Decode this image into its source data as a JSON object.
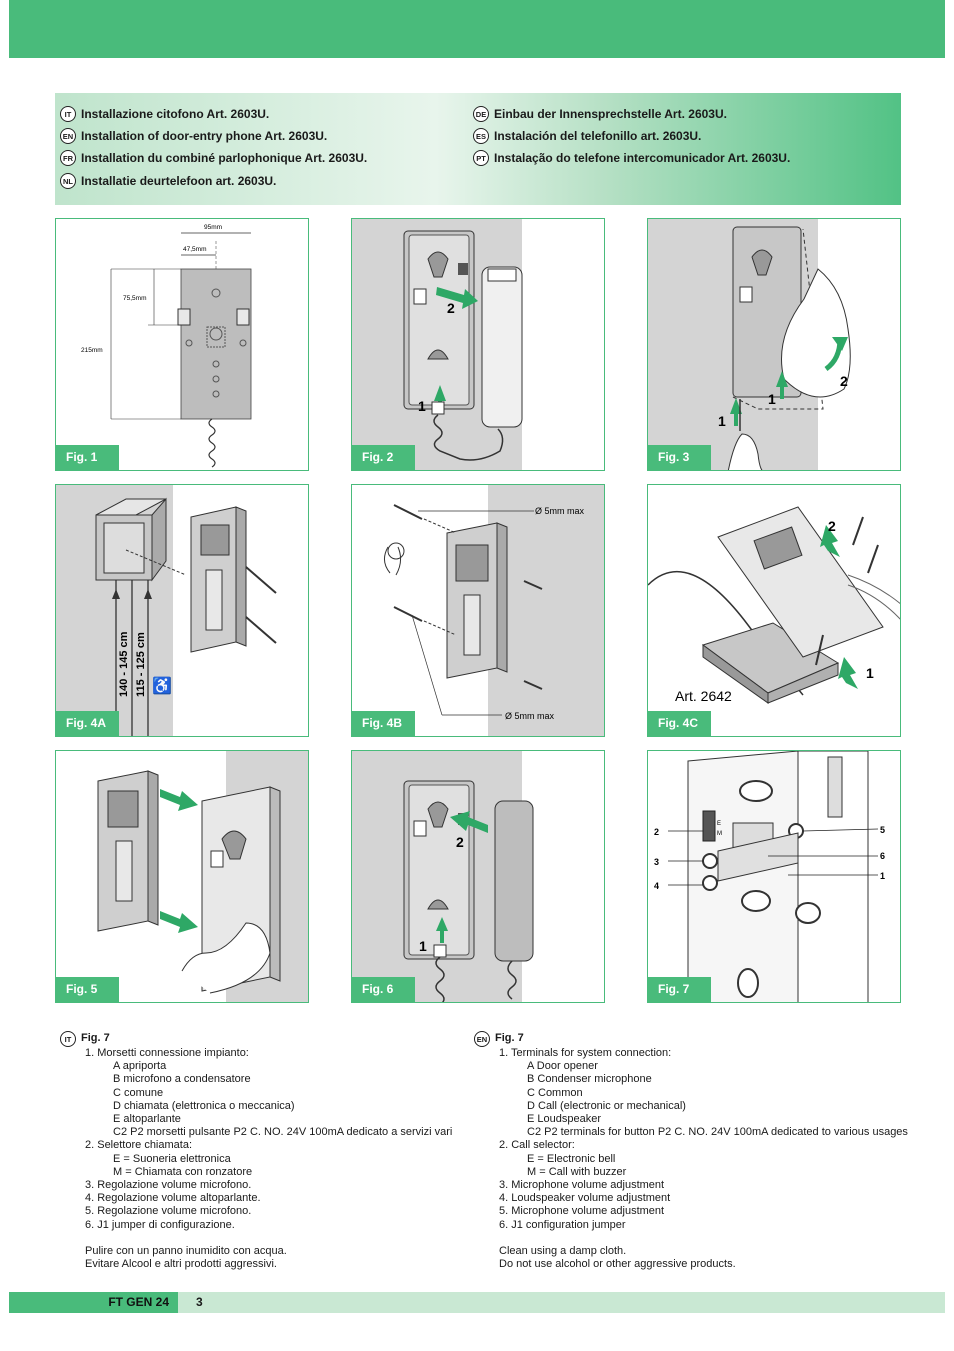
{
  "titles": [
    {
      "lang": "IT",
      "text": "Installazione citofono Art. 2603U."
    },
    {
      "lang": "EN",
      "text": "Installation of door-entry phone Art. 2603U."
    },
    {
      "lang": "FR",
      "text": "Installation du combiné parlophonique Art. 2603U."
    },
    {
      "lang": "NL",
      "text": "Installatie deurtelefoon art. 2603U."
    },
    {
      "lang": "DE",
      "text": "Einbau der Innensprechstelle Art. 2603U."
    },
    {
      "lang": "ES",
      "text": "Instalación del telefonillo art. 2603U."
    },
    {
      "lang": "PT",
      "text": "Instalação do telefone intercomunicador Art. 2603U."
    }
  ],
  "figures": {
    "fig1": {
      "label": "Fig. 1",
      "dim_width": "95mm",
      "dim_half": "47,5mm",
      "dim_top": "75,5mm",
      "dim_height": "215mm"
    },
    "fig2": {
      "label": "Fig. 2",
      "step1": "1",
      "step2": "2"
    },
    "fig3": {
      "label": "Fig. 3",
      "step1a": "1",
      "step1b": "1",
      "step2": "2"
    },
    "fig4a": {
      "label": "Fig. 4A",
      "height1": "140 - 145 cm",
      "height2": "115 - 125 cm",
      "wheelchair": "♿"
    },
    "fig4b": {
      "label": "Fig. 4B",
      "dia_top": "Ø 5mm max",
      "dia_bottom": "Ø 5mm max"
    },
    "fig4c": {
      "label": "Fig. 4C",
      "step1": "1",
      "step2": "2",
      "art": "Art. 2642"
    },
    "fig5": {
      "label": "Fig. 5"
    },
    "fig6": {
      "label": "Fig. 6",
      "step1": "1",
      "step2": "2"
    },
    "fig7": {
      "label": "Fig. 7",
      "n1": "1",
      "n2": "2",
      "n3": "3",
      "n4": "4",
      "n5": "5",
      "n6": "6",
      "e": "E",
      "m": "M"
    }
  },
  "notes": {
    "it": {
      "lang": "IT",
      "title": "Fig. 7",
      "lines": [
        {
          "t": "1. Morsetti connessione impianto:",
          "i": 1
        },
        {
          "t": "A apriporta",
          "i": 2
        },
        {
          "t": "B microfono a condensatore",
          "i": 2
        },
        {
          "t": "C comune",
          "i": 2
        },
        {
          "t": "D chiamata (elettronica o meccanica)",
          "i": 2
        },
        {
          "t": "E altoparlante",
          "i": 2
        },
        {
          "t": "C2 P2 morsetti pulsante P2 C. NO. 24V 100mA dedicato a servizi vari",
          "i": 2
        },
        {
          "t": "2. Selettore chiamata:",
          "i": 1
        },
        {
          "t": "E = Suoneria elettronica",
          "i": 2
        },
        {
          "t": "M = Chiamata con ronzatore",
          "i": 2
        },
        {
          "t": "3. Regolazione volume microfono.",
          "i": 1
        },
        {
          "t": "4. Regolazione volume altoparlante.",
          "i": 1
        },
        {
          "t": "5. Regolazione volume microfono.",
          "i": 1
        },
        {
          "t": "6. J1 jumper di configurazione.",
          "i": 1
        },
        {
          "t": "",
          "i": 0
        },
        {
          "t": "Pulire con un panno inumidito con acqua.",
          "i": 1
        },
        {
          "t": "Evitare Alcool e altri prodotti aggressivi.",
          "i": 1
        }
      ]
    },
    "en": {
      "lang": "EN",
      "title": "Fig. 7",
      "lines": [
        {
          "t": "1. Terminals for system connection:",
          "i": 1
        },
        {
          "t": "A Door opener",
          "i": 2
        },
        {
          "t": "B Condenser microphone",
          "i": 2
        },
        {
          "t": "C Common",
          "i": 2
        },
        {
          "t": "D Call (electronic or mechanical)",
          "i": 2
        },
        {
          "t": "E Loudspeaker",
          "i": 2
        },
        {
          "t": "C2 P2 terminals for button P2 C. NO. 24V 100mA dedicated to various usages",
          "i": 2
        },
        {
          "t": "2. Call selector:",
          "i": 1
        },
        {
          "t": "E = Electronic bell",
          "i": 2
        },
        {
          "t": "M = Call with buzzer",
          "i": 2
        },
        {
          "t": "3. Microphone volume adjustment",
          "i": 1
        },
        {
          "t": "4. Loudspeaker volume adjustment",
          "i": 1
        },
        {
          "t": "5. Microphone volume adjustment",
          "i": 1
        },
        {
          "t": "6. J1 configuration jumper",
          "i": 1
        },
        {
          "t": "",
          "i": 0
        },
        {
          "t": "Clean using a damp cloth.",
          "i": 1
        },
        {
          "t": "Do not use alcohol or other aggressive products.",
          "i": 1
        }
      ]
    }
  },
  "footer": {
    "code": "FT GEN 24",
    "page": "3"
  },
  "colors": {
    "accent": "#49bb7b",
    "footer_bg": "#c9e8d3",
    "wall": "#d4d4d4"
  }
}
